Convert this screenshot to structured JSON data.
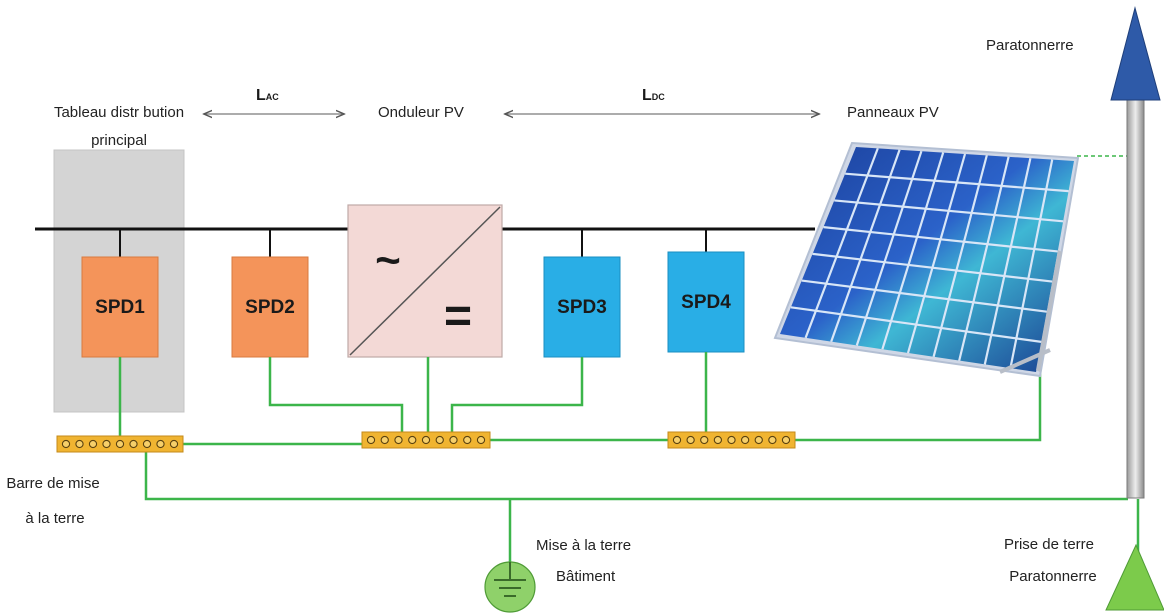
{
  "labels": {
    "main_panel_line1": "Tableau distr bution",
    "main_panel_line2": "principal",
    "inverter": "Onduleur PV",
    "panels": "Panneaux PV",
    "lightning_rod": "Paratonnerre",
    "earth_bar_line1": "Barre de mise",
    "earth_bar_line2": "à la terre",
    "building_earth_line1": "Mise à la terre",
    "building_earth_line2": "Bâtiment",
    "rod_earth_line1": "Prise de terre",
    "rod_earth_line2": "Paratonnerre"
  },
  "distances": {
    "ac_main": "L",
    "ac_sub": "AC",
    "dc_main": "L",
    "dc_sub": "DC"
  },
  "inverter_symbols": {
    "ac": "~",
    "dc": "="
  },
  "spds": [
    {
      "label": "SPD1",
      "color": "#f4945a"
    },
    {
      "label": "SPD2",
      "color": "#f4945a"
    },
    {
      "label": "SPD3",
      "color": "#29aee6"
    },
    {
      "label": "SPD4",
      "color": "#29aee6"
    }
  ],
  "colors": {
    "earth_wire": "#3cb54a",
    "earth_bar": "#f0b431",
    "main_panel": "#d4d4d4",
    "inverter": "#f3d9d6",
    "lightning_arrow": "#2e5aa8",
    "earth_symbol": "#8fd16a"
  }
}
